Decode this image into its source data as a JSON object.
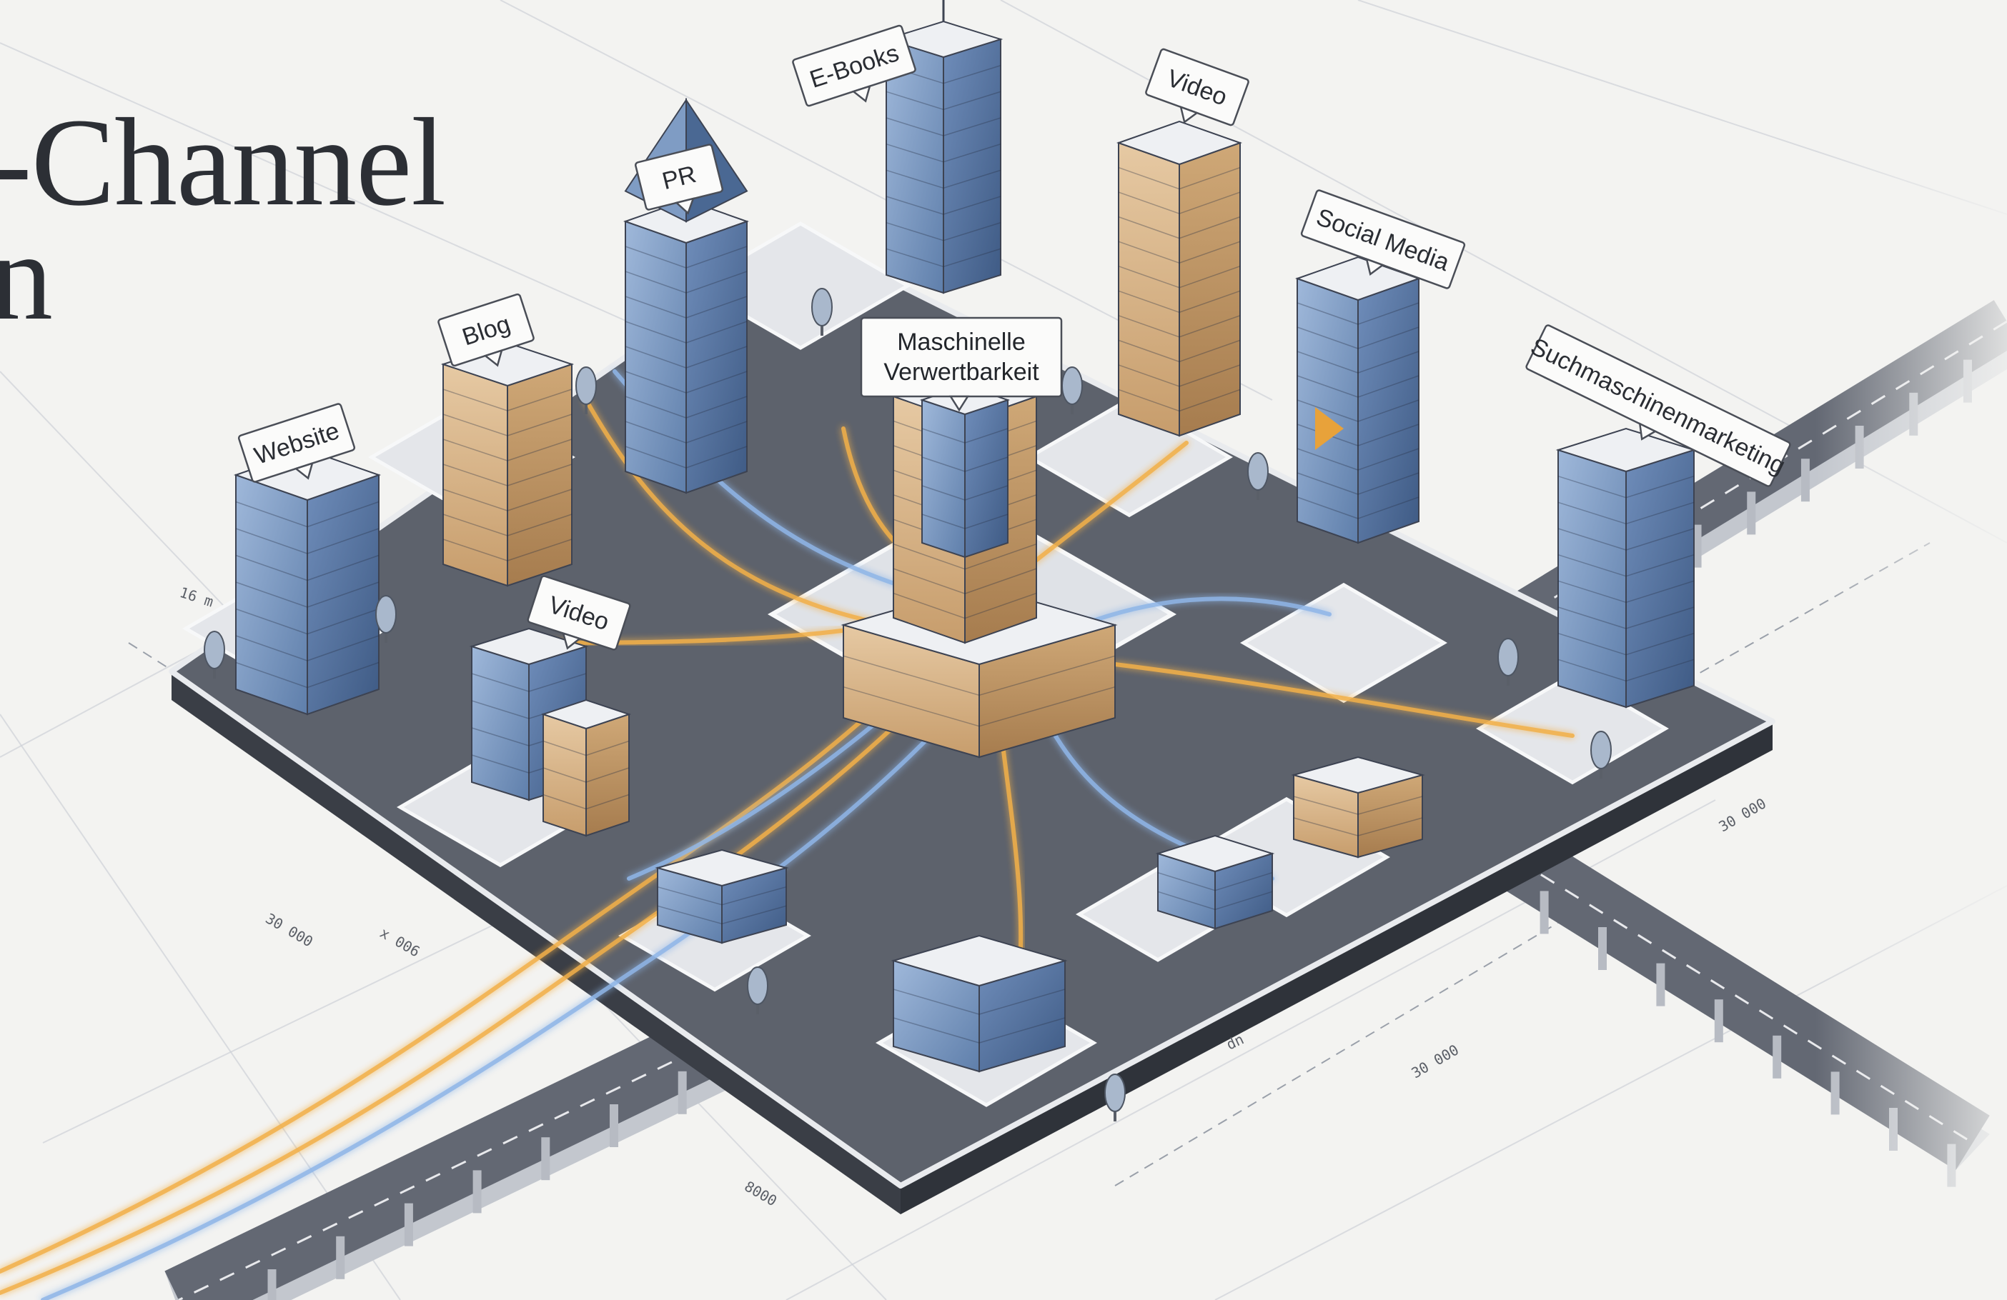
{
  "headline": {
    "line1": "-Channel",
    "line2": "n"
  },
  "center_label": {
    "line1": "Maschinelle",
    "line2": "Verwertbarkeit"
  },
  "channel_signs": [
    {
      "id": "website",
      "label": "Website"
    },
    {
      "id": "blog",
      "label": "Blog"
    },
    {
      "id": "pr",
      "label": "PR"
    },
    {
      "id": "ebooks",
      "label": "E-Books"
    },
    {
      "id": "video-top",
      "label": "Video"
    },
    {
      "id": "social-media",
      "label": "Social Media"
    },
    {
      "id": "suchmaschinenmarketing",
      "label": "Suchmaschinenmarketing"
    },
    {
      "id": "video-left",
      "label": "Video"
    }
  ],
  "dimension_labels": [
    {
      "id": "dim-1",
      "text": "16 m"
    },
    {
      "id": "dim-2",
      "text": "30 000"
    },
    {
      "id": "dim-3",
      "text": "x 006"
    },
    {
      "id": "dim-4",
      "text": "30 000"
    },
    {
      "id": "dim-5",
      "text": "8000"
    },
    {
      "id": "dim-6",
      "text": "dn"
    },
    {
      "id": "dim-7",
      "text": "30 000"
    }
  ],
  "colors": {
    "background": "#f3f3f1",
    "platform": "#4e535d",
    "road": "#5d626c",
    "sidewalk": "#e4e6ea",
    "glass": "#7f9cc4",
    "glass_dark": "#4a6893",
    "brick": "#d7b48a",
    "stream_orange": "#f2b04a",
    "stream_blue": "#8fb6e8",
    "sign_fill": "#fbfbfa",
    "headline": "#2c2f35"
  }
}
